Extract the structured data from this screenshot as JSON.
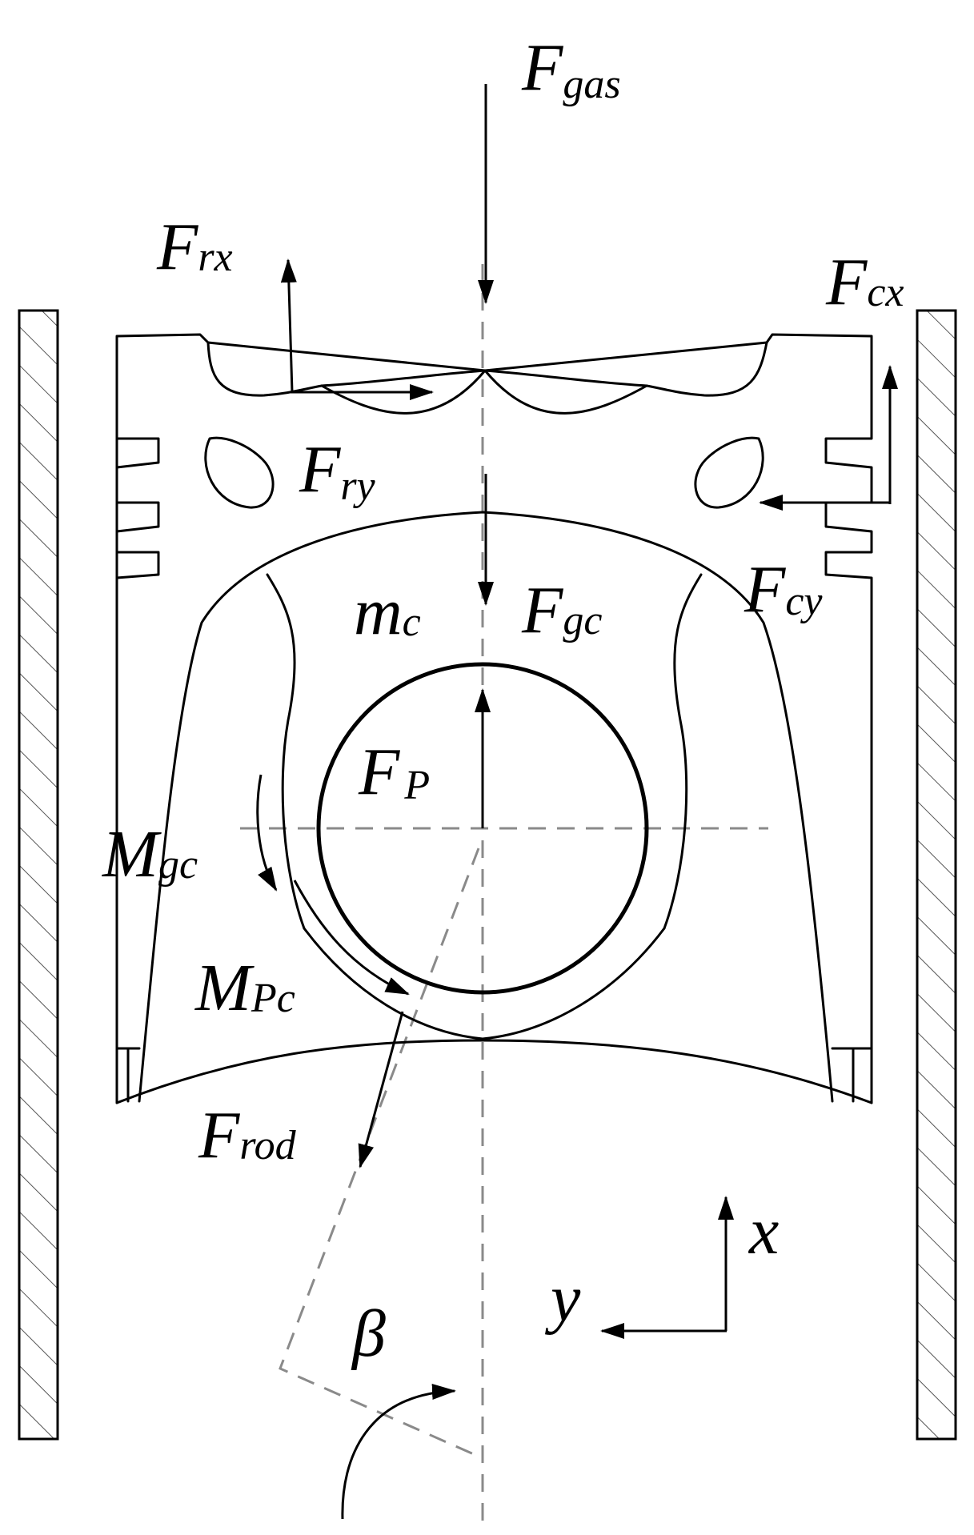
{
  "labels": {
    "f_gas": {
      "main": "F",
      "sub": "gas"
    },
    "f_rx": {
      "main": "F",
      "sub": "rx"
    },
    "f_ry": {
      "main": "F",
      "sub": "ry"
    },
    "f_cx": {
      "main": "F",
      "sub": "cx"
    },
    "f_cy": {
      "main": "F",
      "sub": "cy"
    },
    "m_c": {
      "main": "m",
      "sub": "c"
    },
    "f_gc": {
      "main": "F",
      "sub": "gc"
    },
    "f_p": {
      "main": "F",
      "sub": "P"
    },
    "m_gc": {
      "main": "M",
      "sub": "gc"
    },
    "m_pc": {
      "main": "M",
      "sub": "Pc"
    },
    "f_rod": {
      "main": "F",
      "sub": "rod"
    },
    "axis_x": "x",
    "axis_y": "y",
    "beta": "β"
  },
  "colors": {
    "line": "#000000",
    "centerline": "#8a8a8a",
    "background": "#ffffff"
  }
}
